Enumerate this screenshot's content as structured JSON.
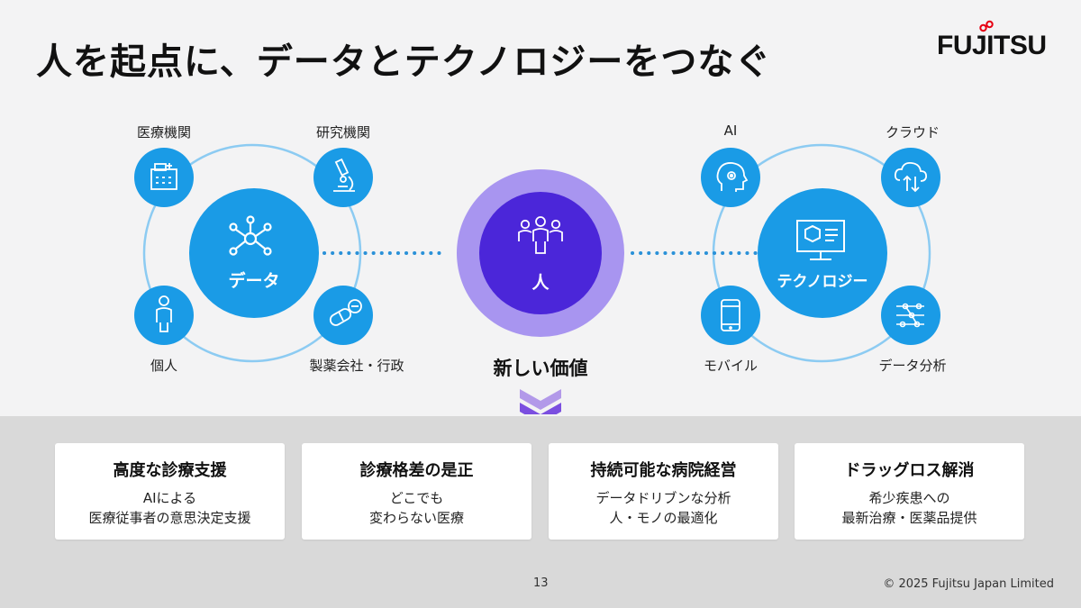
{
  "title": "人を起点に、データとテクノロジーをつなぐ",
  "logo": {
    "text": "FUJITSU",
    "color": "#e60012"
  },
  "colors": {
    "blue": "#1a9be6",
    "ring": "#8ccbf2",
    "dots": "#2a91d8",
    "purple_outer": "#a895f0",
    "purple_inner": "#4b26d9",
    "chevron": "#7b4fe0"
  },
  "data_cluster": {
    "hub_label": "データ",
    "hub_icon": "network-icon",
    "nodes": [
      {
        "label": "医療機関",
        "icon": "hospital-icon"
      },
      {
        "label": "研究機関",
        "icon": "microscope-icon"
      },
      {
        "label": "個人",
        "icon": "person-icon"
      },
      {
        "label": "製薬会社・行政",
        "icon": "pill-icon"
      }
    ]
  },
  "center": {
    "hub_label": "人",
    "icon": "people-icon",
    "caption": "新しい価値"
  },
  "tech_cluster": {
    "hub_label": "テクノロジー",
    "hub_icon": "monitor-icon",
    "nodes": [
      {
        "label": "AI",
        "icon": "ai-head-icon"
      },
      {
        "label": "クラウド",
        "icon": "cloud-icon"
      },
      {
        "label": "モバイル",
        "icon": "smartphone-icon"
      },
      {
        "label": "データ分析",
        "icon": "analytics-icon"
      }
    ]
  },
  "cards": [
    {
      "title": "高度な診療支援",
      "lines": [
        "AIによる",
        "医療従事者の意思決定支援"
      ]
    },
    {
      "title": "診療格差の是正",
      "lines": [
        "どこでも",
        "変わらない医療"
      ]
    },
    {
      "title": "持続可能な病院経営",
      "lines": [
        "データドリブンな分析",
        "人・モノの最適化"
      ]
    },
    {
      "title": "ドラッグロス解消",
      "lines": [
        "希少疾患への",
        "最新治療・医薬品提供"
      ]
    }
  ],
  "footer": {
    "page_number": "13",
    "copyright": "© 2025 Fujitsu Japan Limited"
  }
}
